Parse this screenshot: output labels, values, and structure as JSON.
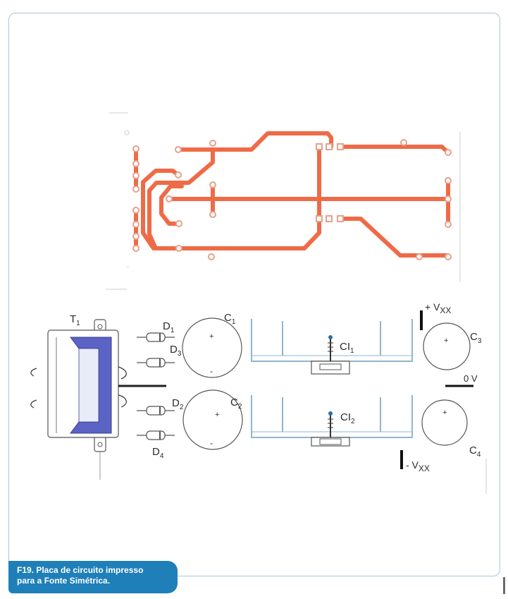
{
  "labels": {
    "T1": {
      "main": "T",
      "sub": "1"
    },
    "D1": {
      "main": "D",
      "sub": "1"
    },
    "D2": {
      "main": "D",
      "sub": "2"
    },
    "D3": {
      "main": "D",
      "sub": "3"
    },
    "D4": {
      "main": "D",
      "sub": "4"
    },
    "C1": {
      "main": "C",
      "sub": "1"
    },
    "C2": {
      "main": "C",
      "sub": "2"
    },
    "C3": {
      "main": "C",
      "sub": "3"
    },
    "C4": {
      "main": "C",
      "sub": "4"
    },
    "CI1": {
      "main": "CI",
      "sub": "1"
    },
    "CI2": {
      "main": "CI",
      "sub": "2"
    },
    "vpos": {
      "main": "+ V",
      "sub": "XX"
    },
    "vneg": {
      "main": "- V",
      "sub": "XX"
    },
    "zero": "0 V",
    "plus": "+",
    "minus": "-"
  },
  "caption": {
    "line1": "F19. Placa de circuito impresso",
    "line2": "para a Fonte Simétrica."
  },
  "colors": {
    "trace": "#ef6a47",
    "pad": "#e9a08a",
    "frame": "#a9c6d8",
    "caption_bg": "#1f7fb8",
    "transformer_core": "#5b63c4",
    "heatsink": "#8fb6cc"
  }
}
